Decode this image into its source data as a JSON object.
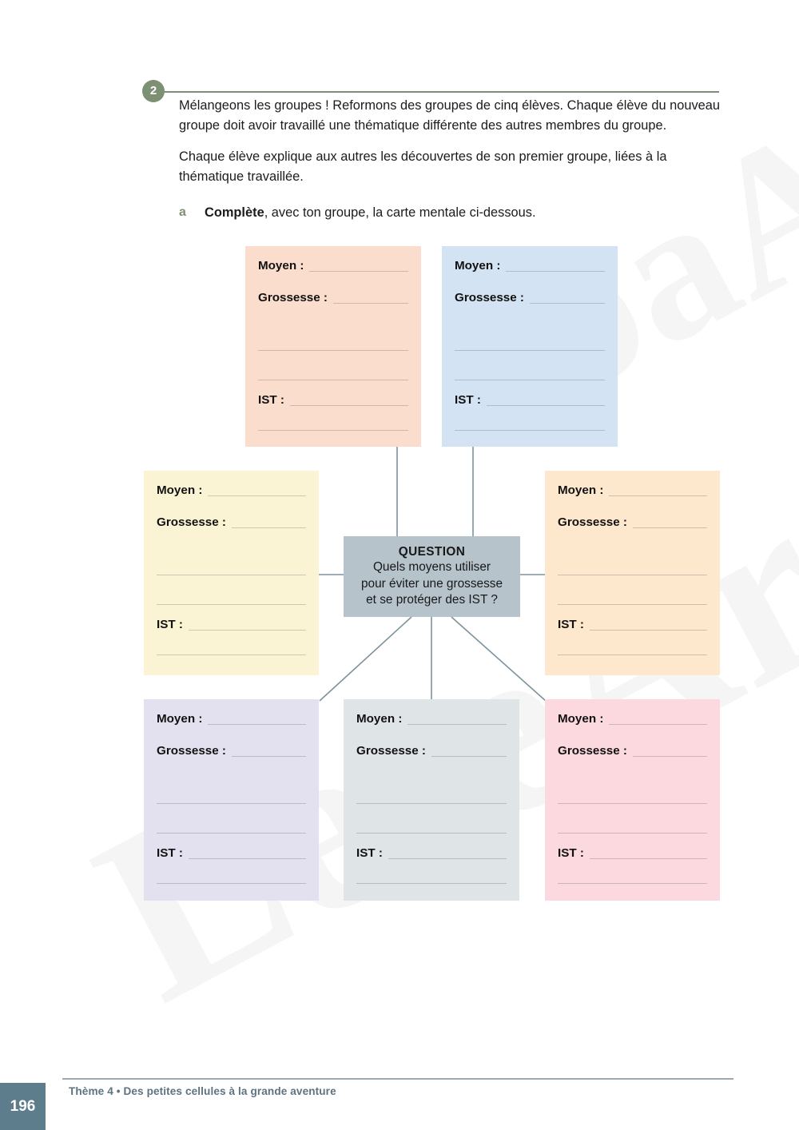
{
  "page": {
    "number": "196",
    "footer_text": "Thème 4 • Des petites cellules à la grande aventure",
    "watermark_1": "LeseAr",
    "watermark_2": "obaA"
  },
  "exercise": {
    "number": "2",
    "paragraph_1": "Mélangeons les groupes ! Reformons des groupes de cinq élèves. Chaque élève du nouveau groupe doit avoir travaillé une thématique différente des autres membres du groupe.",
    "paragraph_2": "Chaque élève explique aux autres les découvertes de son premier groupe, liées à la thématique travaillée.",
    "sub_a": {
      "letter": "a",
      "strong": "Complète",
      "rest": ", avec ton groupe, la carte mentale ci-dessous."
    }
  },
  "mindmap": {
    "center": {
      "title": "QUESTION",
      "line_1": "Quels moyens utiliser",
      "line_2": "pour éviter une grossesse",
      "line_3": "et se protéger des IST ?",
      "color": "#b7c3cb"
    },
    "labels": {
      "moyen": "Moyen :",
      "grossesse": "Grossesse :",
      "ist": "IST :"
    },
    "cards": [
      {
        "id": "top-left",
        "color": "#fbddcd",
        "position": "top-left"
      },
      {
        "id": "top-right",
        "color": "#d3e3f3",
        "position": "top-right"
      },
      {
        "id": "middle-left",
        "color": "#fbf4d4",
        "position": "middle-left"
      },
      {
        "id": "middle-right",
        "color": "#fde8cd",
        "position": "middle-right"
      },
      {
        "id": "bottom-left",
        "color": "#e3e1ef",
        "position": "bottom-left"
      },
      {
        "id": "bottom-center",
        "color": "#dfe4e7",
        "position": "bottom-center"
      },
      {
        "id": "bottom-right",
        "color": "#fbd9de",
        "position": "bottom-right"
      }
    ],
    "connector_color": "#7d929e"
  }
}
